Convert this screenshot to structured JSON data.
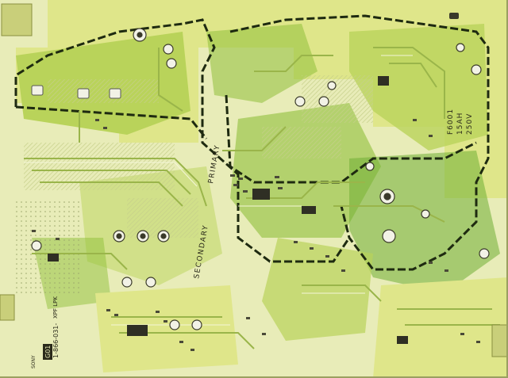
{
  "image": {
    "subject": "printed-circuit-board",
    "colors": {
      "substrate": "#e8ecb8",
      "copper_light": "#dfe68a",
      "copper_mid": "#b9d35a",
      "copper_dark": "#8fbf3a",
      "solder_mask": "#6fae35",
      "hatch": "#cfd6a0",
      "boundary": "#1e2a10",
      "component": "#3a3a2a",
      "pad": "#f2f2e6"
    }
  },
  "silkscreen": {
    "primary_label": "PRIMARY",
    "secondary_label": "SECONDARY",
    "fuse_line1": "F6001",
    "fuse_line2": "15AH",
    "fuse_line3": "250V",
    "part_number": "1-866-031-",
    "board_code": "G01",
    "model_code": "XPF LPK",
    "brand": "SONY"
  }
}
